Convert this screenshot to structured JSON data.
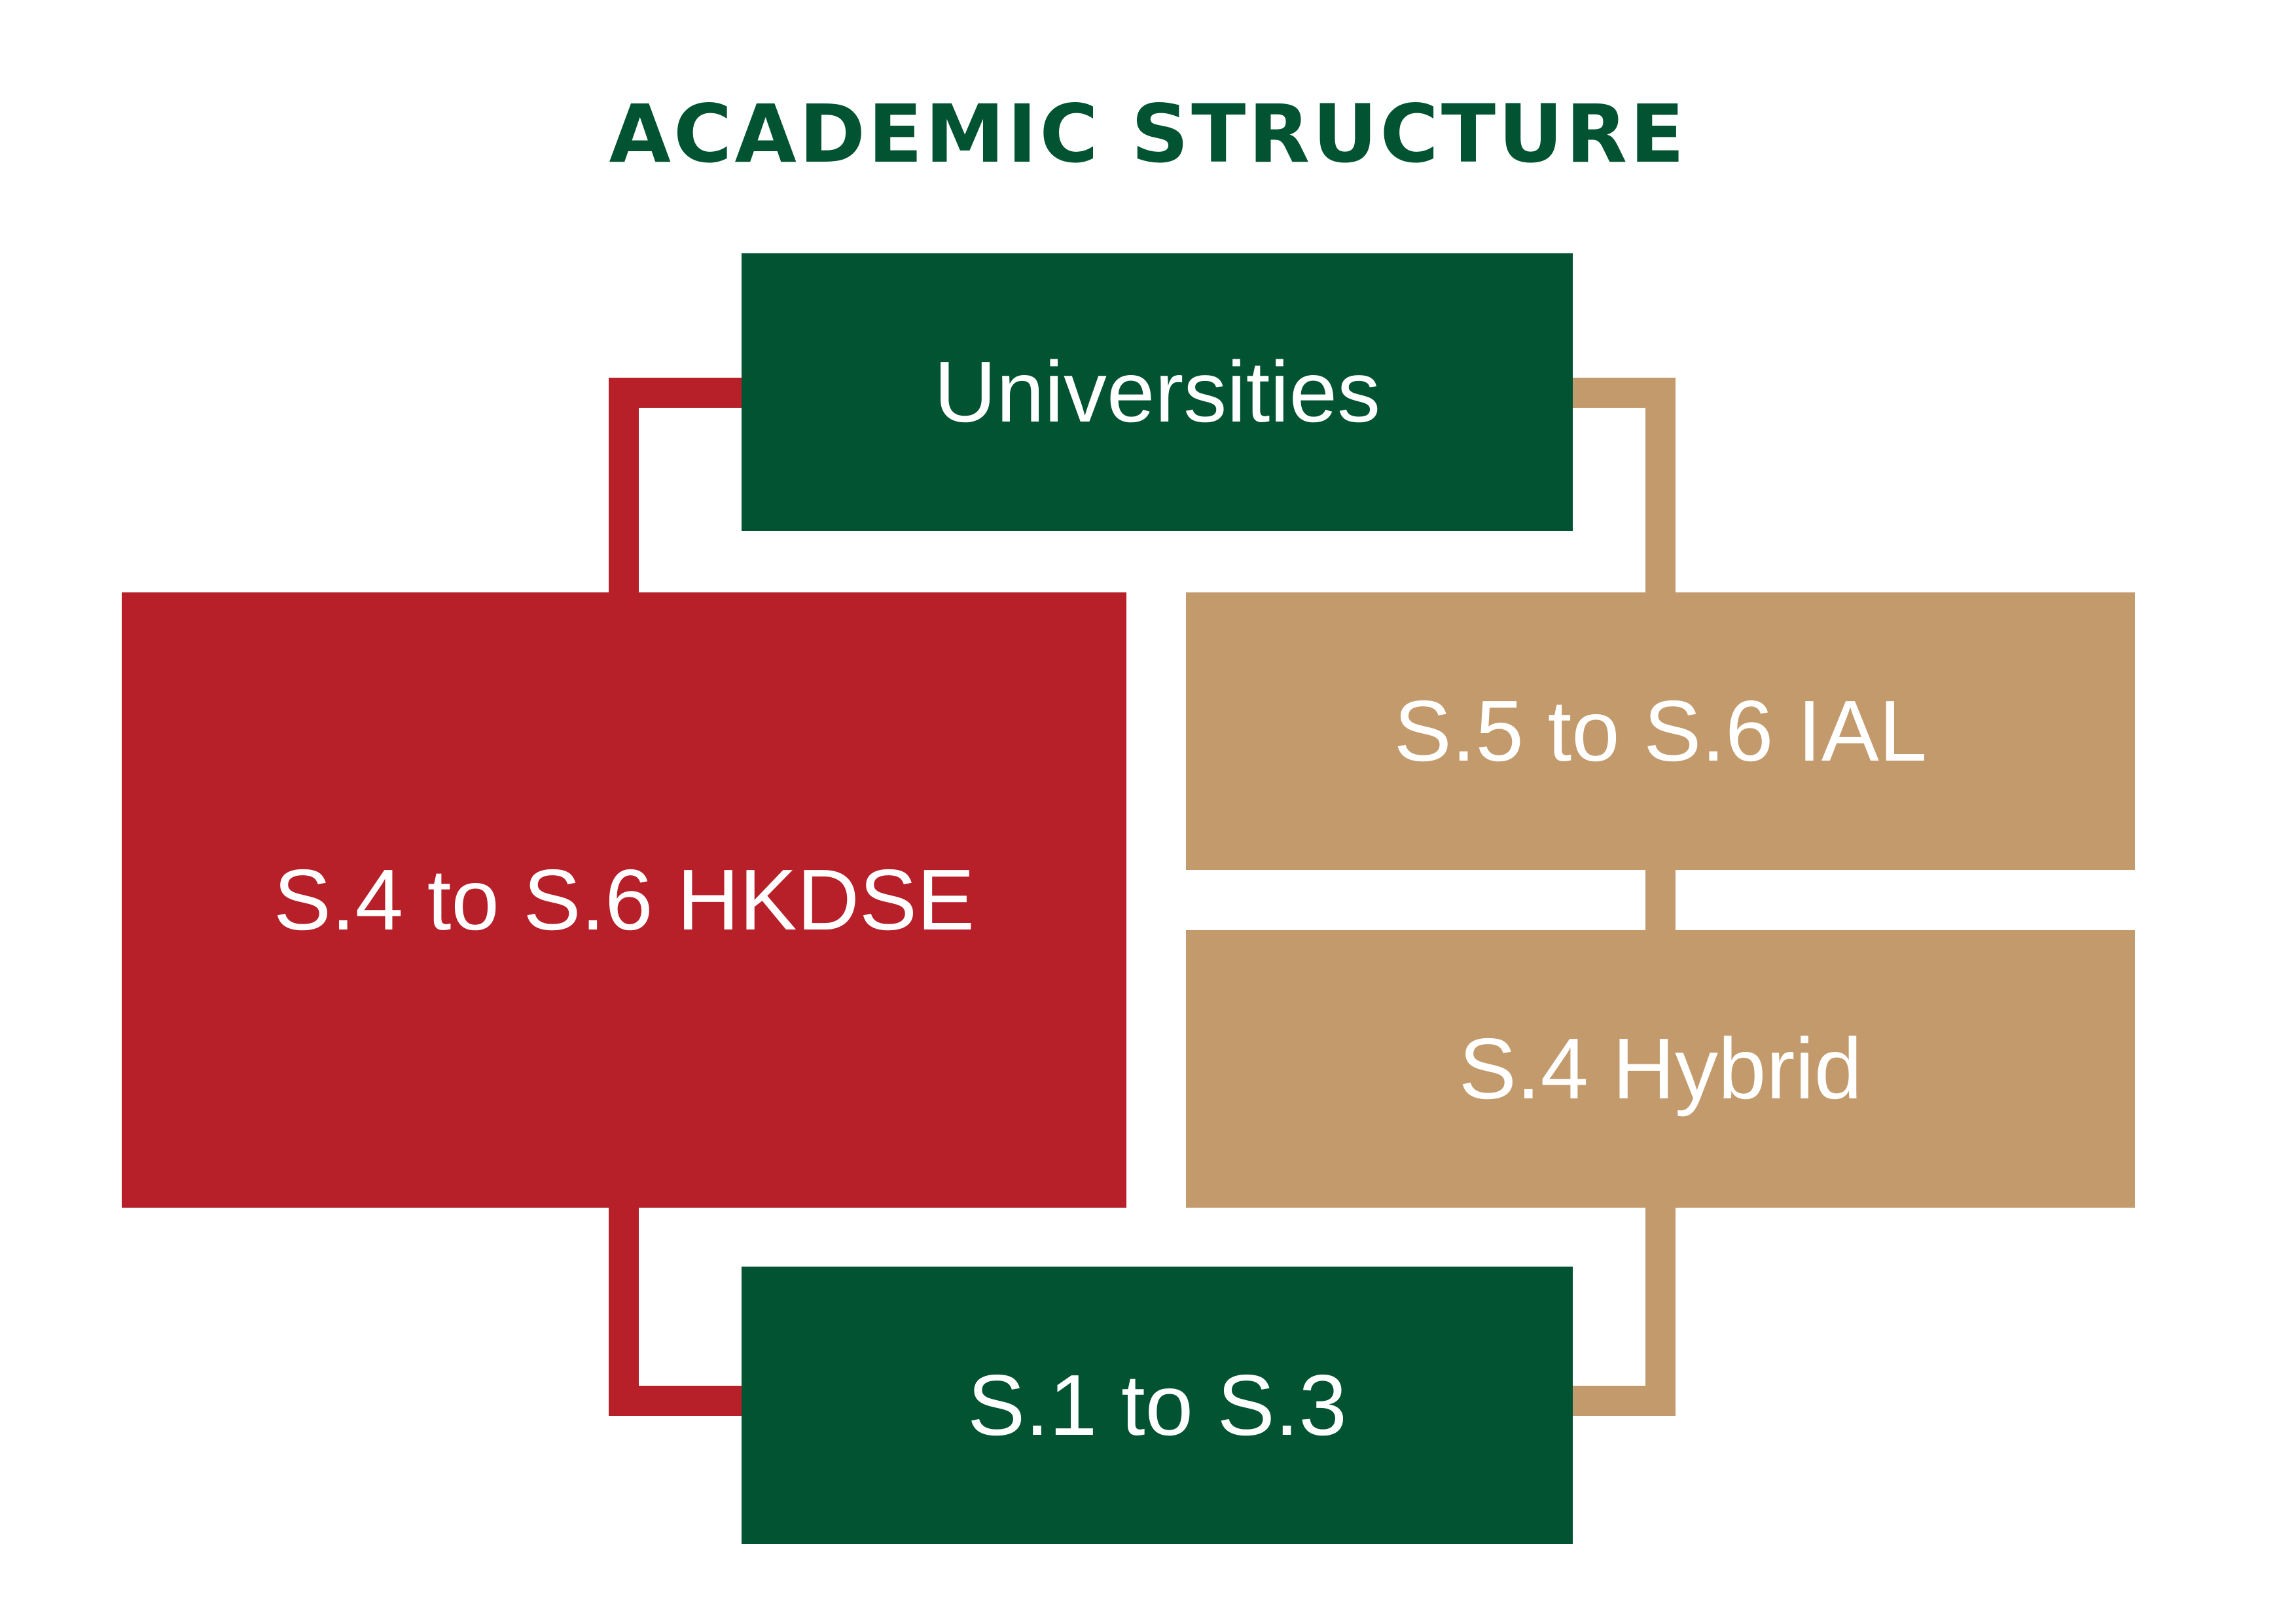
{
  "title": "ACADEMIC STRUCTURE",
  "colors": {
    "green": "#025332",
    "red": "#b71f29",
    "tan": "#c39a6c",
    "text_on_box": "#ffffff"
  },
  "boxes": {
    "universities": {
      "label": "Universities",
      "color": "green"
    },
    "hkdse": {
      "label": "S.4 to S.6 HKDSE",
      "color": "red"
    },
    "ial": {
      "label": "S.5 to S.6 IAL",
      "color": "tan"
    },
    "hybrid": {
      "label": "S.4 Hybrid",
      "color": "tan"
    },
    "junior": {
      "label": "S.1 to S.3",
      "color": "green"
    }
  },
  "connections": [
    {
      "from": "junior",
      "to": "hkdse",
      "color": "red"
    },
    {
      "from": "hkdse",
      "to": "universities",
      "color": "red"
    },
    {
      "from": "junior",
      "to": "hybrid",
      "color": "tan"
    },
    {
      "from": "hybrid",
      "to": "ial",
      "color": "tan"
    },
    {
      "from": "ial",
      "to": "universities",
      "color": "tan"
    }
  ]
}
